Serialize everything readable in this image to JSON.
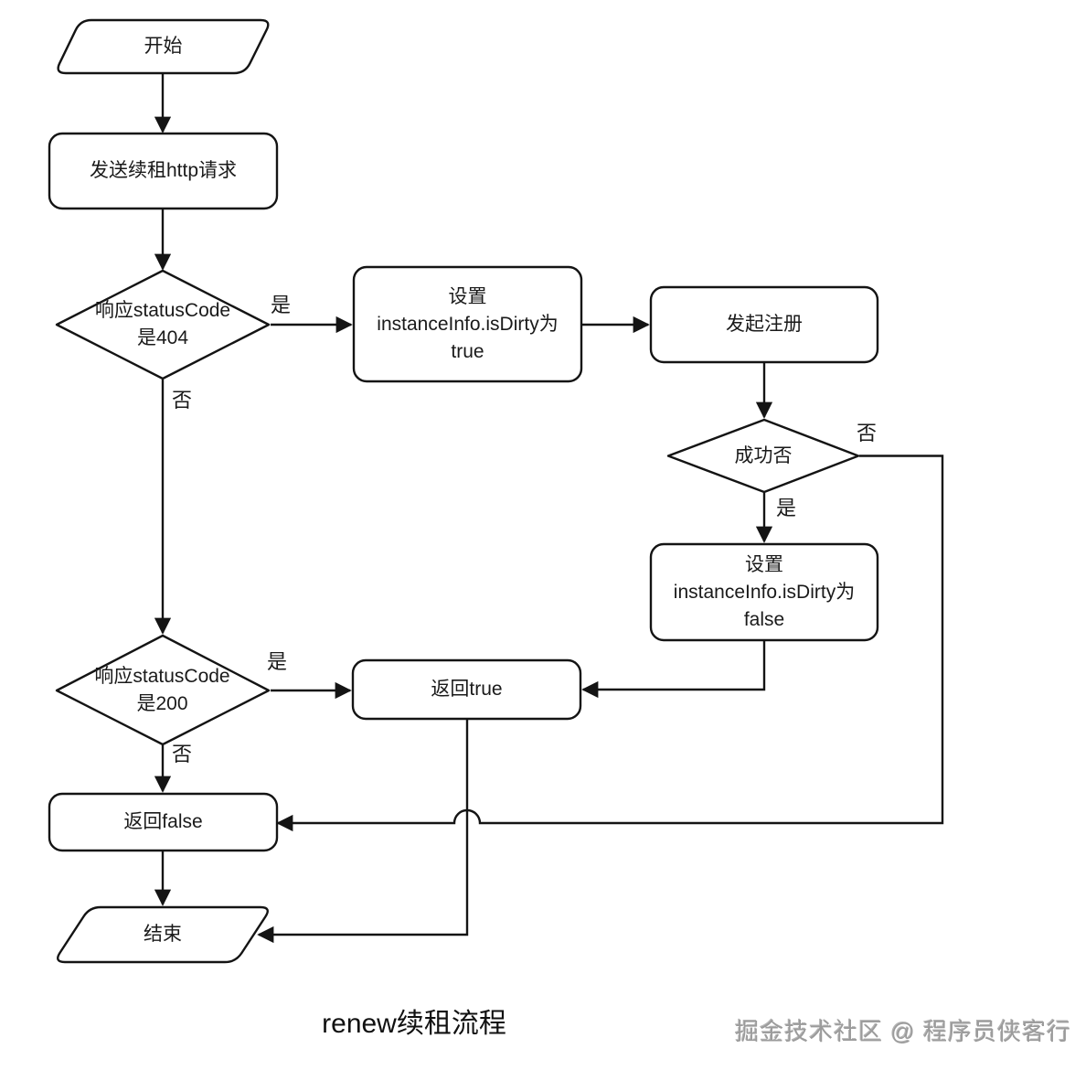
{
  "diagram": {
    "title": "renew续租流程",
    "watermark": "掘金技术社区 @ 程序员侠客行",
    "nodes": {
      "start": {
        "type": "terminator",
        "label": "开始"
      },
      "send_renew": {
        "type": "process",
        "label": "发送续租http请求"
      },
      "check_404": {
        "type": "decision",
        "label": "响应statusCode\n是404"
      },
      "set_dirty_true": {
        "type": "process",
        "label": "设置\ninstanceInfo.isDirty为\ntrue"
      },
      "register": {
        "type": "process",
        "label": "发起注册"
      },
      "check_success": {
        "type": "decision",
        "label": "成功否"
      },
      "set_dirty_false": {
        "type": "process",
        "label": "设置\ninstanceInfo.isDirty为\nfalse"
      },
      "check_200": {
        "type": "decision",
        "label": "响应statusCode\n是200"
      },
      "return_true": {
        "type": "process",
        "label": "返回true"
      },
      "return_false": {
        "type": "process",
        "label": "返回false"
      },
      "end": {
        "type": "terminator",
        "label": "结束"
      }
    },
    "edge_labels": {
      "check_404_yes": "是",
      "check_404_no": "否",
      "check_success_no": "否",
      "check_success_yes": "是",
      "check_200_yes": "是",
      "check_200_no": "否"
    },
    "colors": {
      "stroke": "#141414",
      "node_fill": "#ffffff",
      "text": "#1a1a1a",
      "watermark": "#9b9b9b"
    }
  }
}
